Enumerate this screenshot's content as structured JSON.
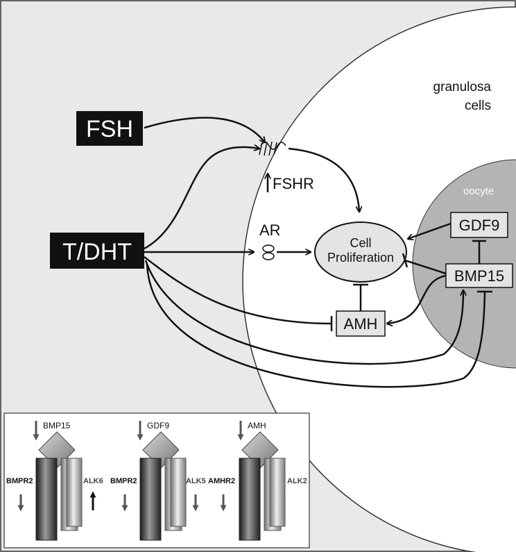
{
  "labels": {
    "granulosa_line1": "granulosa",
    "granulosa_line2": "cells",
    "oocyte": "oocyte",
    "fsh": "FSH",
    "tdht": "T/DHT",
    "fshr": "FSHR",
    "ar": "AR",
    "cell_line1": "Cell",
    "cell_line2": "Proliferation",
    "gdf9": "GDF9",
    "bmp15": "BMP15",
    "amh": "AMH"
  },
  "inset": {
    "receptors": [
      {
        "ligand": "BMP15",
        "type2": "BMPR2",
        "type1": "ALK6",
        "type2_trend": "down",
        "type1_trend": "up"
      },
      {
        "ligand": "GDF9",
        "type2": "BMPR2",
        "type1": "ALK5",
        "type2_trend": "down",
        "type1_trend": "down"
      },
      {
        "ligand": "AMH",
        "type2": "AMHR2",
        "type1": "ALK2",
        "type2_trend": "down",
        "type1_trend": "none"
      }
    ]
  },
  "colors": {
    "outer_bg": "#e9e9e9",
    "cell_fill": "#ffffff",
    "oocyte_fill": "#b4b4b4",
    "label_box": "#111111",
    "node_fill": "#e4e4e4"
  }
}
